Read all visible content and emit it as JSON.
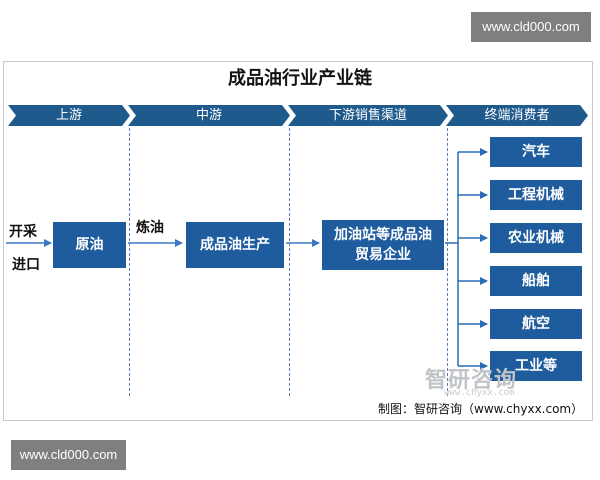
{
  "watermark": {
    "text": "www.cld000.com"
  },
  "title": "成品油行业产业链",
  "stages": [
    "上游",
    "中游",
    "下游销售渠道",
    "终端消费者"
  ],
  "inputs": {
    "line1": "开采",
    "line2": "进口"
  },
  "process_label": "炼油",
  "boxes": {
    "crude": "原油",
    "refined": "成品油生产",
    "sales": "加油站等成品油贸易企业"
  },
  "consumers": [
    "汽车",
    "工程机械",
    "农业机械",
    "船舶",
    "航空",
    "工业等"
  ],
  "logo": {
    "text": "智研咨询",
    "sub": "www.chyxx.com"
  },
  "credit": "制图：智研咨询（www.chyxx.com）",
  "colors": {
    "box": "#1f5c9e",
    "chevron": "#1e5a8c",
    "arrow": "#3a78c3",
    "line": "#2a6bb5"
  }
}
